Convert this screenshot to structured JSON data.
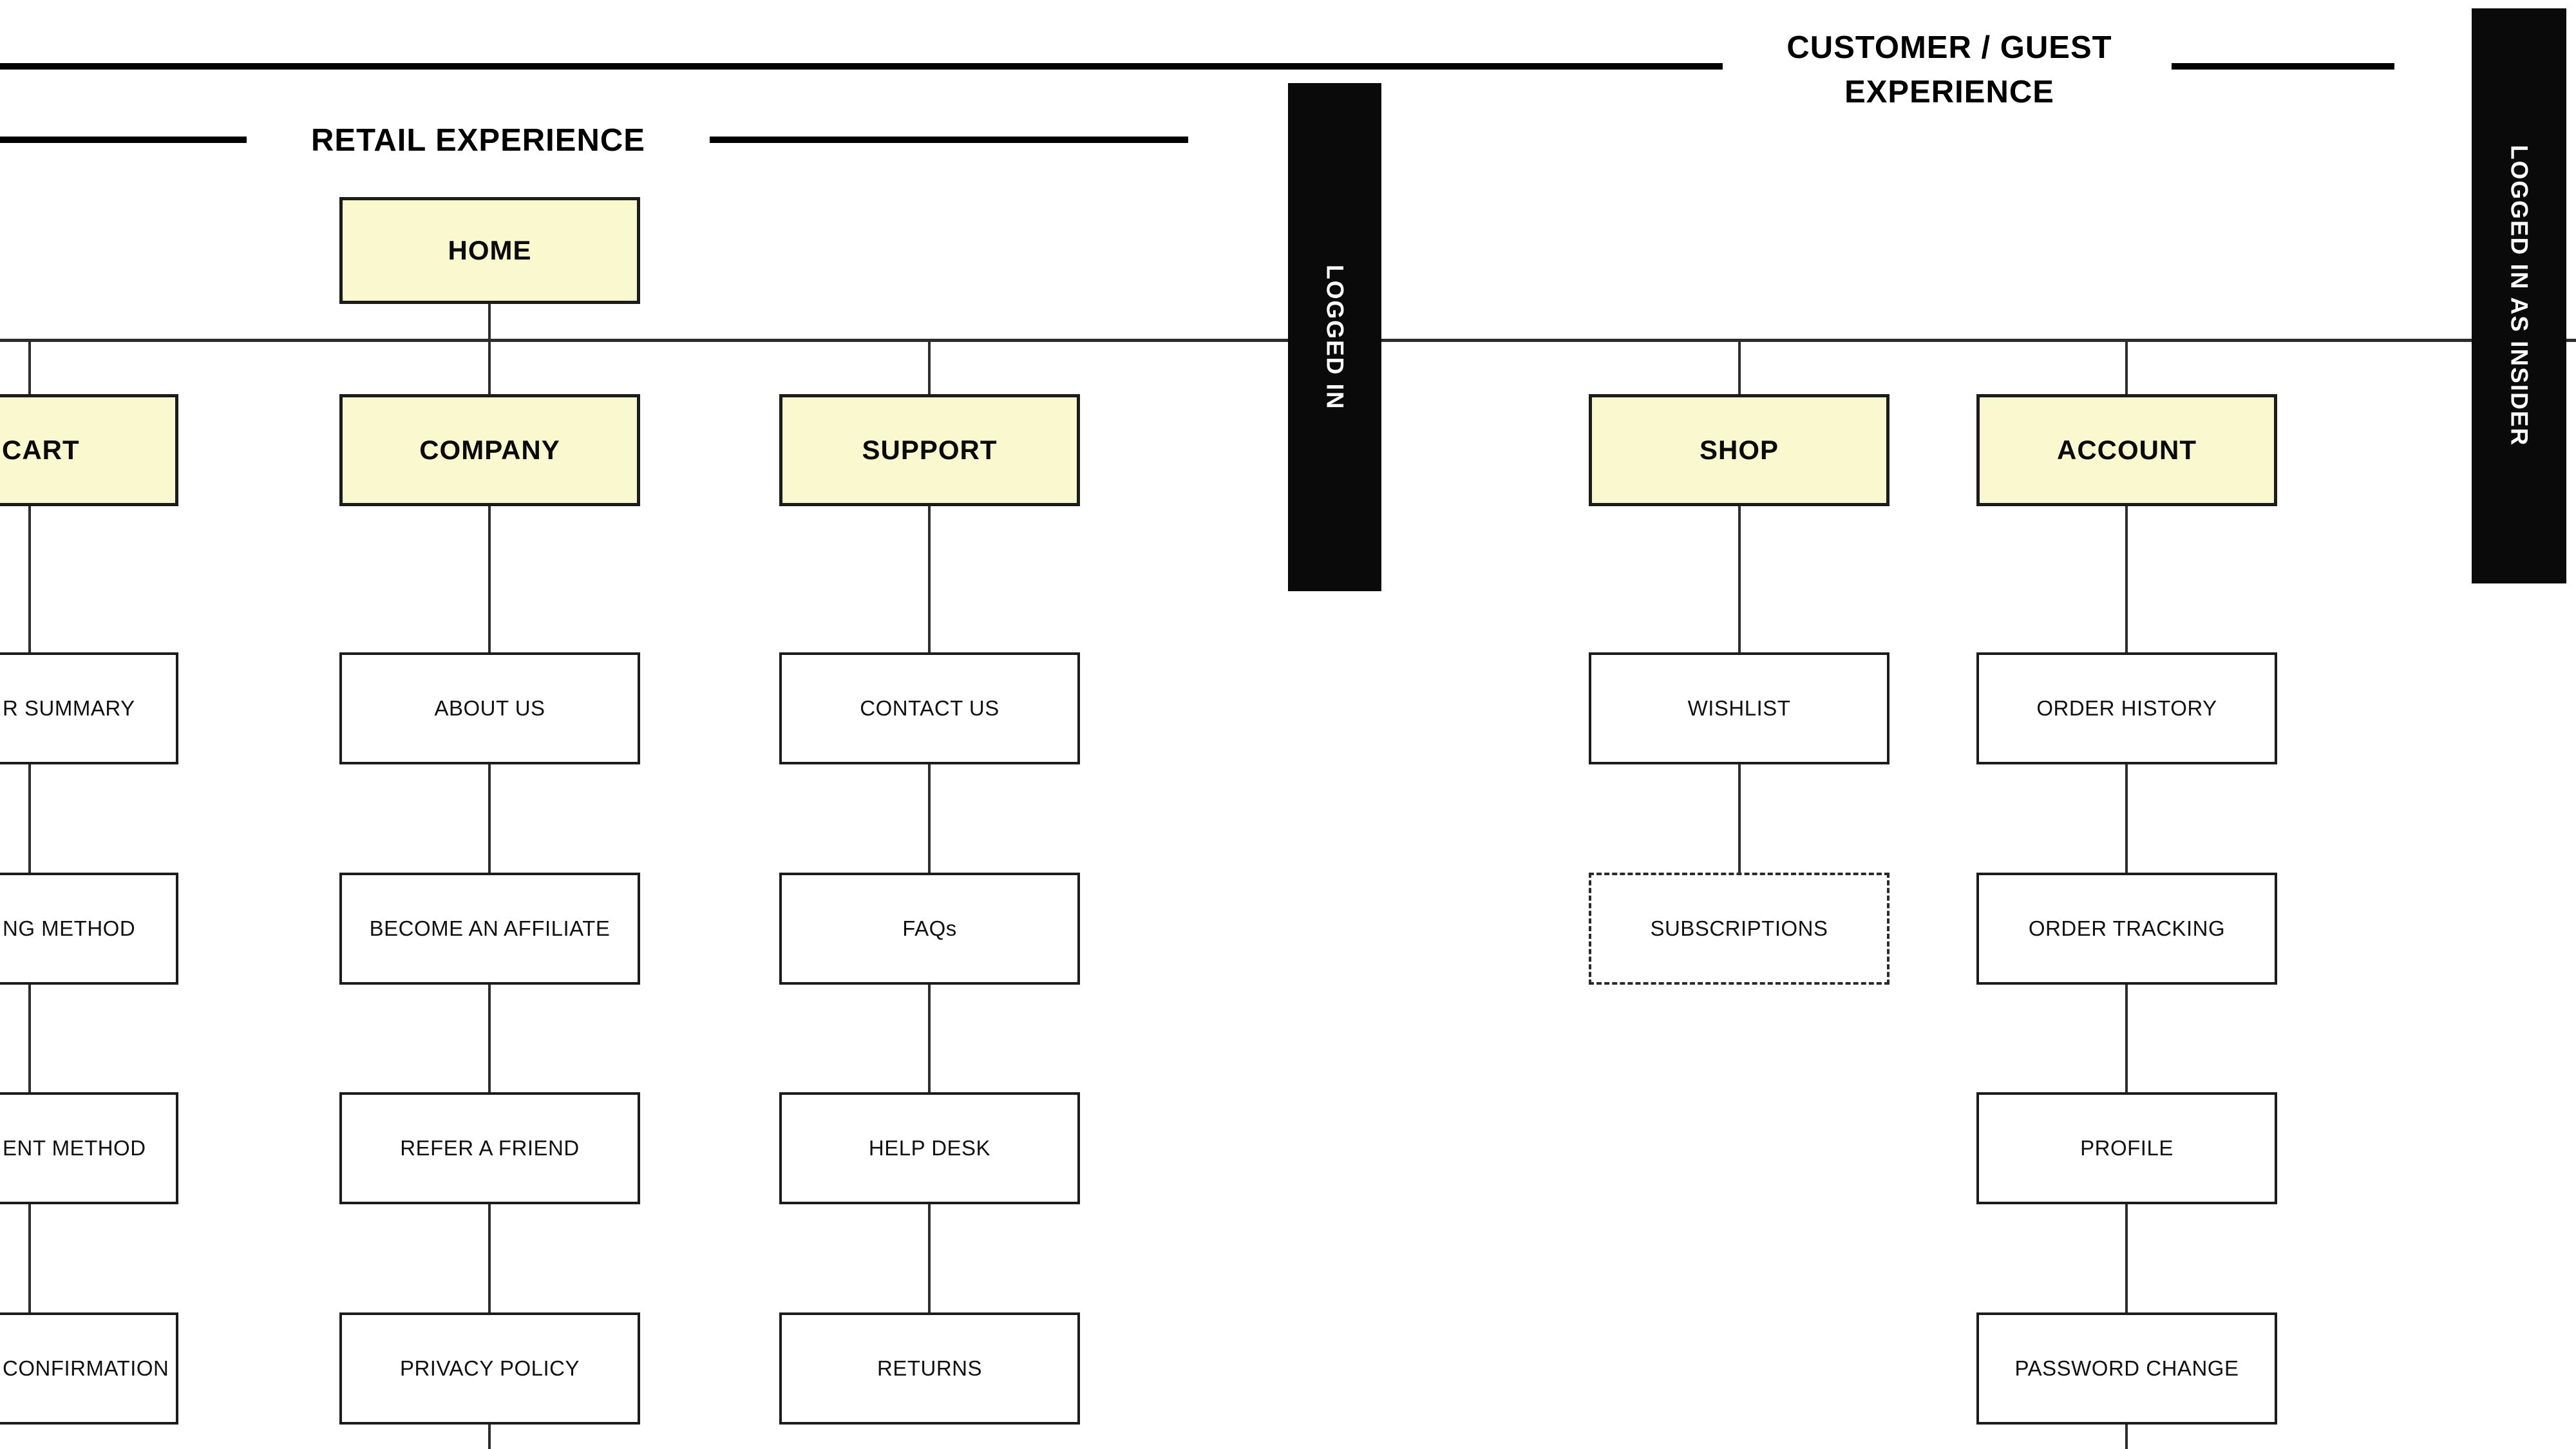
{
  "titles": {
    "retail": "RETAIL EXPERIENCE",
    "customer_guest_line1": "CUSTOMER / GUEST",
    "customer_guest_line2": "EXPERIENCE"
  },
  "banners": {
    "logged_in": "LOGGED IN",
    "logged_in_as_insider": "LOGGED IN AS INSIDER"
  },
  "home": {
    "label": "HOME"
  },
  "columns": [
    {
      "header": "CART",
      "clipped_left": true,
      "items": [
        {
          "label": "R SUMMARY"
        },
        {
          "label": "NG METHOD"
        },
        {
          "label": "ENT METHOD"
        },
        {
          "label": "CONFIRMATION"
        }
      ]
    },
    {
      "header": "COMPANY",
      "continues_below": true,
      "items": [
        {
          "label": "ABOUT US"
        },
        {
          "label": "BECOME AN AFFILIATE"
        },
        {
          "label": "REFER A FRIEND"
        },
        {
          "label": "PRIVACY POLICY"
        }
      ]
    },
    {
      "header": "SUPPORT",
      "items": [
        {
          "label": "CONTACT US"
        },
        {
          "label": "FAQs"
        },
        {
          "label": "HELP DESK"
        },
        {
          "label": "RETURNS"
        }
      ]
    },
    {
      "header": "SHOP",
      "items": [
        {
          "label": "WISHLIST"
        },
        {
          "label": "SUBSCRIPTIONS",
          "style": "dashed"
        }
      ]
    },
    {
      "header": "ACCOUNT",
      "continues_below": true,
      "items": [
        {
          "label": "ORDER HISTORY"
        },
        {
          "label": "ORDER TRACKING"
        },
        {
          "label": "PROFILE"
        },
        {
          "label": "PASSWORD CHANGE"
        }
      ]
    }
  ],
  "colors": {
    "background": "#ffffff",
    "node_fill_primary": "#faf8ce",
    "node_fill_secondary": "#ffffff",
    "node_border": "#1c1c1c",
    "connector": "#2d2d2d",
    "deco_line": "#000000",
    "banner_background": "#0a0a0a",
    "banner_text": "#ffffff",
    "title_text": "#000000"
  }
}
